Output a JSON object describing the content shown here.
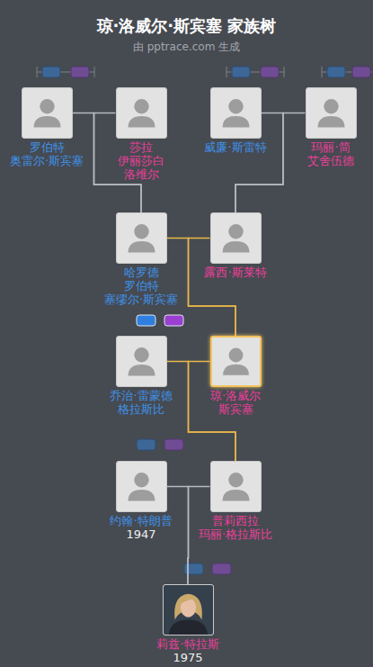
{
  "diagram": {
    "title": "琼·洛威尔·斯宾塞 家族树",
    "caption": "由 pptrace.com 生成",
    "nodes": [
      {
        "text": [
          "罗伯特 奥雷尔·斯宾塞"
        ]
      },
      {
        "text": [
          "莎拉 伊丽莎白 洛维尔"
        ]
      },
      {
        "text": [
          "威廉·斯雷特"
        ]
      },
      {
        "text": [
          "玛丽·简 艾舍伍德"
        ]
      },
      {
        "text": [
          "哈罗德 罗伯特 塞缪尔·斯宾塞"
        ]
      },
      {
        "text": [
          "露西·斯莱特"
        ]
      },
      {
        "text": [
          "乔治·雷蒙德 格拉斯比"
        ]
      },
      {
        "text": [
          "琼·洛威尔 斯宾塞"
        ]
      },
      {
        "text": [
          "约翰·特朗普",
          "1947"
        ]
      },
      {
        "text": [
          "普莉西拉 玛丽·格拉斯比"
        ]
      },
      {
        "text": [
          "莉兹·特拉斯",
          "1975"
        ]
      }
    ],
    "edges": [
      {
        "from": 0,
        "to": 4,
        "arrow": "none"
      },
      {
        "from": 1,
        "to": 4,
        "arrow": "none"
      },
      {
        "from": 2,
        "to": 5,
        "arrow": "none"
      },
      {
        "from": 3,
        "to": 5,
        "arrow": "none"
      },
      {
        "from": 4,
        "to": 7,
        "arrow": "none"
      },
      {
        "from": 5,
        "to": 7,
        "arrow": "none"
      },
      {
        "from": 6,
        "to": 9,
        "arrow": "none"
      },
      {
        "from": 7,
        "to": 9,
        "arrow": "none"
      },
      {
        "from": 8,
        "to": 10,
        "arrow": "none"
      },
      {
        "from": 9,
        "to": 10,
        "arrow": "none"
      }
    ]
  }
}
